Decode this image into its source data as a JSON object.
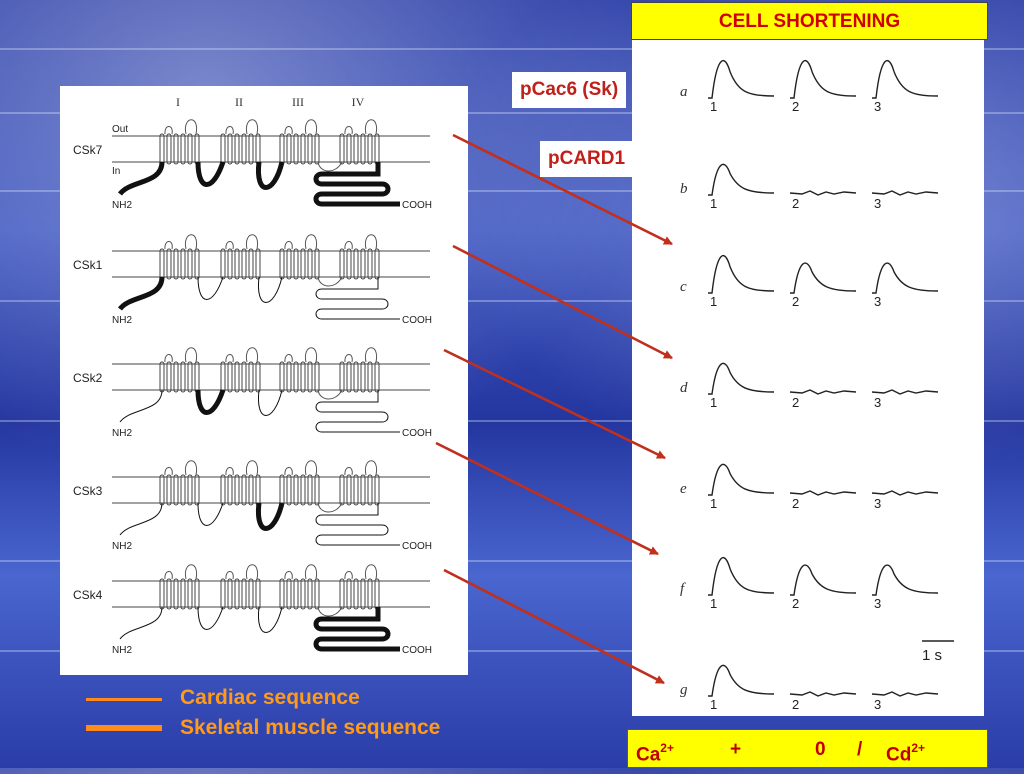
{
  "title": "CELL SHORTENING",
  "labels": {
    "pcac6": "pCac6 (Sk)",
    "pcard1": "pCARD1"
  },
  "channels": [
    {
      "name": "CSk7",
      "skeletal_segments": [
        "NH2 terminus",
        "I-II loop",
        "II-III loop",
        "COOH tail"
      ]
    },
    {
      "name": "CSk1",
      "skeletal_segments": [
        "NH2 terminus"
      ]
    },
    {
      "name": "CSk2",
      "skeletal_segments": [
        "I-II loop"
      ]
    },
    {
      "name": "CSk3",
      "skeletal_segments": [
        "II-III loop"
      ]
    },
    {
      "name": "CSk4",
      "skeletal_segments": [
        "COOH tail"
      ]
    }
  ],
  "diagram": {
    "domains": [
      "I",
      "II",
      "III",
      "IV"
    ],
    "out_label": "Out",
    "in_label": "In",
    "nh2_label": "NH2",
    "cooh_label": "COOH"
  },
  "traces": {
    "rows": [
      {
        "letter": "a",
        "responses": [
          true,
          true,
          true
        ]
      },
      {
        "letter": "b",
        "responses": [
          true,
          false,
          false
        ]
      },
      {
        "letter": "c",
        "responses": [
          true,
          true,
          true
        ]
      },
      {
        "letter": "d",
        "responses": [
          true,
          false,
          false
        ]
      },
      {
        "letter": "e",
        "responses": [
          true,
          false,
          false
        ]
      },
      {
        "letter": "f",
        "responses": [
          true,
          true,
          true
        ]
      },
      {
        "letter": "g",
        "responses": [
          true,
          false,
          false
        ]
      }
    ],
    "conditions": [
      "1",
      "2",
      "3"
    ],
    "scale_bar": "1 s"
  },
  "legend": {
    "cardiac": "Cardiac sequence",
    "skeletal": "Skeletal muscle  sequence",
    "color": "#ff8c1a"
  },
  "bottom": {
    "ca": "Ca",
    "plus": "+",
    "zero": "0",
    "slash": "/",
    "cd": "Cd",
    "charge": "2+"
  },
  "colors": {
    "title_bg": "#ffff00",
    "title_text": "#d00000",
    "arrow": "#c0301c",
    "background": "#3548b5"
  }
}
